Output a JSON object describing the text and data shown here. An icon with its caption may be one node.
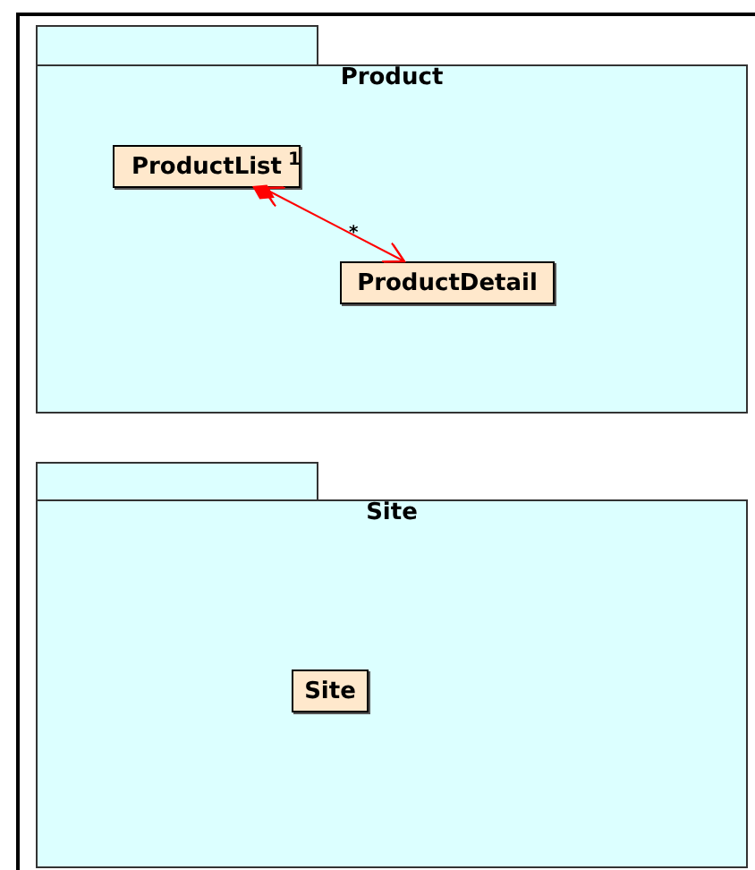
{
  "diagram": {
    "nodes": [
      {
        "text": [
          "Product"
        ]
      },
      {
        "text": [
          "ProductList"
        ],
        "in": 0
      },
      {
        "text": [
          "ProductDetail"
        ],
        "in": 0
      },
      {
        "text": [
          "Site"
        ]
      },
      {
        "text": [
          "Site"
        ],
        "in": 3
      }
    ],
    "edges": [
      {
        "from": 1,
        "to": 2,
        "arrow": "both",
        "color": "#ff0000"
      }
    ],
    "labels": [
      "1",
      "*"
    ]
  }
}
